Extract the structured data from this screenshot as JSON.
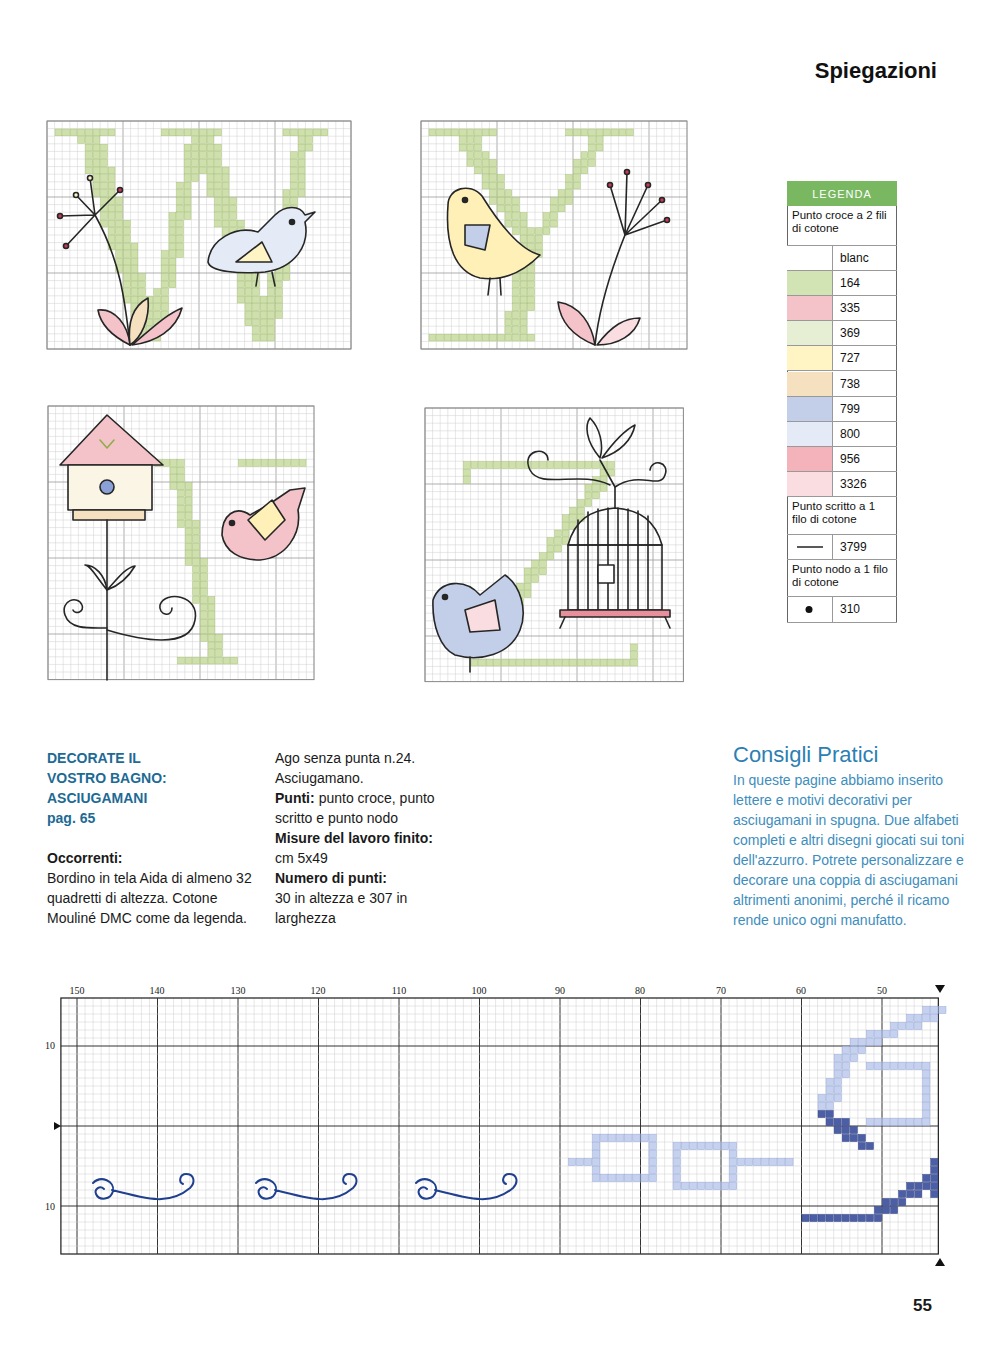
{
  "diagram": {
    "title": "Spiegazioni",
    "labels": [
      "LEGENDA",
      "Punto croce a 2 fili di cotone",
      "Punto scritto a 1 filo di cotone",
      "Punto nodo a 1 filo di cotone",
      "DECORATE IL VOSTRO BAGNO: ASCIUGAMANI",
      "pag. 65",
      "Occorrenti:",
      "Bordino in tela Aida di almeno 32 quadretti di altezza. Cotone Mouliné DMC come da legenda.",
      "Ago senza punta n.24. Asciugamano.",
      "Punti:",
      "punto croce, punto scritto e punto nodo",
      "Misure del lavoro finito:",
      "cm 5x49",
      "Numero di punti:",
      "30 in altezza e 307 in larghezza",
      "Consigli Pratici",
      "In queste pagine abbiamo inserito lettere e motivi decorativi per asciugamani in spugna. Due alfabeti completi e altri disegni giocati sui toni dell'azzurro. Potrete personalizzare e decorare una coppia di asciugamani altrimenti anonimi, perché il ricamo rende unico ogni manufatto.",
      "150",
      "140",
      "130",
      "120",
      "110",
      "100",
      "90",
      "80",
      "70",
      "60",
      "50",
      "10",
      "10",
      "55"
    ],
    "legend": [
      {
        "text": "blanc",
        "color": "#ffffff"
      },
      {
        "text": "164",
        "color": "#d3e4b4"
      },
      {
        "text": "335",
        "color": "#f3c3c9"
      },
      {
        "text": "369",
        "color": "#e6efd4"
      },
      {
        "text": "727",
        "color": "#fff4c4"
      },
      {
        "text": "738",
        "color": "#f5e0c0"
      },
      {
        "text": "799",
        "color": "#c3cee9"
      },
      {
        "text": "800",
        "color": "#e4eaf6"
      },
      {
        "text": "956",
        "color": "#f4b2bb"
      },
      {
        "text": "3326",
        "color": "#fadde1"
      },
      {
        "text": "3799"
      },
      {
        "text": "310"
      }
    ]
  }
}
